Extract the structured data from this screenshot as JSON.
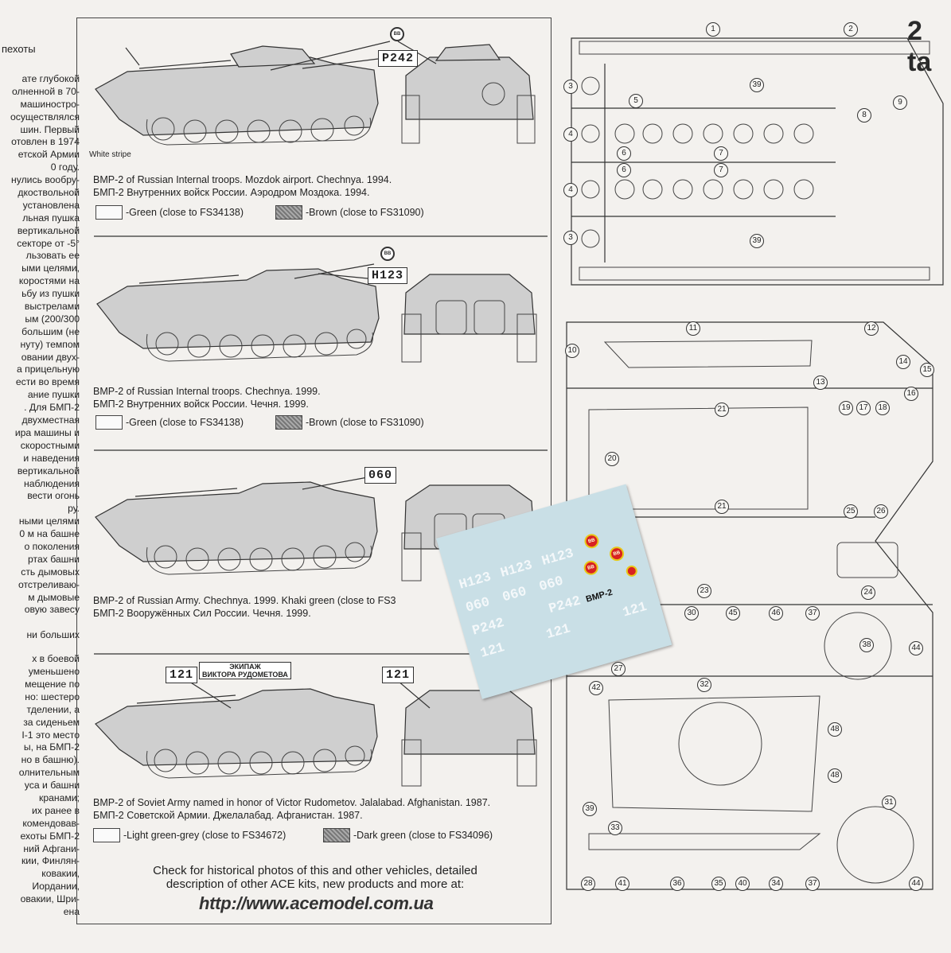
{
  "big_title": "2 ta",
  "left_column": {
    "heading": "пехоты",
    "lines": [
      "ате глубокой",
      "олненной в 70-",
      "машиностро-",
      "осуществлялся",
      "шин. Первый",
      "отовлен в 1974",
      "етской Армии",
      "0 году.",
      "нулись вообру-",
      "дкоствольной",
      "установлена",
      "льная пушка",
      "вертикальной",
      "секторе от -5°",
      "льзовать ее",
      "ыми целями,",
      "коростями на",
      "ьбу из пушки",
      "выстрелами",
      "ым (200/300",
      "большим (не",
      "нуту) темпом",
      "овании двух-",
      "а прицельную",
      "ести во время",
      "ание пушки",
      ". Для БМП-2",
      "двухместная",
      "ира машины и",
      "скоростными",
      "и наведения",
      "вертикальной",
      "наблюдения",
      "вести огонь",
      "ру.",
      "ными целями",
      "0 м на башне",
      "о поколения",
      "ртах башни",
      "сть дымовых",
      "отстреливаю-",
      "м дымовые",
      "овую завесу",
      "",
      "ни больших",
      "х в боевой",
      "уменьшено",
      "мещение по",
      "но: шестеро",
      "тделении, а",
      "за сиденьем",
      "I-1 это место",
      "ы, на БМП-2",
      "но в башню).",
      "олнительным",
      "уса и башни",
      "кранами;",
      "их ранее в",
      "комендовав-",
      "ехоты БМП-2",
      "ний Афгани-",
      "кии, Финлян-",
      "ковакии,",
      "Иордании,",
      "овакии, Шри-",
      "ена"
    ]
  },
  "schemes": [
    {
      "caption_en": "BMP-2 of Russian Internal troops. Mozdok airport. Chechnya. 1994.",
      "caption_ru": "БМП-2 Внутренних войск России. Аэродром Моздока. 1994.",
      "legend": [
        {
          "label": "-Green (close to FS34138)",
          "tone": "light"
        },
        {
          "label": "-Brown (close to FS31090)",
          "tone": "dark"
        }
      ],
      "marking": "P242",
      "note": "White stripe",
      "badge": "ВВ"
    },
    {
      "caption_en": "BMP-2 of Russian Internal troops.  Chechnya. 1999.",
      "caption_ru": "БМП-2 Внутренних войск России. Чечня. 1999.",
      "legend": [
        {
          "label": "-Green (close to FS34138)",
          "tone": "light"
        },
        {
          "label": "-Brown (close to FS31090)",
          "tone": "dark"
        }
      ],
      "marking": "H123",
      "badge": "ВВ"
    },
    {
      "caption_en": "BMP-2 of Russian Army. Chechnya. 1999. Khaki green (close to FS3",
      "caption_ru": "БМП-2 Вооружённых Сил России. Чечня. 1999.",
      "marking": "060"
    },
    {
      "caption_en": "BMP-2 of Soviet Army named in honor of Victor Rudometov. Jalalabad. Afghanistan. 1987.",
      "caption_ru": "БМП-2 Советской Армии. Джелалабад. Афганистан. 1987.",
      "legend": [
        {
          "label": "-Light green-grey (close to FS34672)",
          "tone": "light"
        },
        {
          "label": "-Dark green (close to FS34096)",
          "tone": "dark"
        }
      ],
      "marking": "121",
      "banner_1": "ЭКИПАЖ",
      "banner_2": "ВИКТОРА РУДОМЕТОВА"
    }
  ],
  "footer": {
    "line1": "Check for historical photos of this and other vehicles, detailed",
    "line2": "description of other ACE kits, new products and more at:",
    "url": "http://www.acemodel.com.ua"
  },
  "decal_sheet": {
    "title": "BMP-2",
    "rows": [
      [
        "H123",
        "H123",
        "H123"
      ],
      [
        "060",
        "060",
        "060"
      ],
      [
        "P242",
        "P242"
      ],
      [
        "121",
        "121",
        "121"
      ]
    ],
    "badge": "ВВ"
  },
  "part_numbers": [
    "1",
    "2",
    "3",
    "4",
    "5",
    "6",
    "7",
    "8",
    "9",
    "10",
    "11",
    "12",
    "13",
    "14",
    "15",
    "16",
    "17",
    "18",
    "19",
    "20",
    "21",
    "23",
    "24",
    "25",
    "26",
    "27",
    "28",
    "30",
    "31",
    "32",
    "33",
    "34",
    "35",
    "36",
    "37",
    "38",
    "39",
    "40",
    "41",
    "42",
    "44",
    "45",
    "46",
    "48"
  ],
  "colors": {
    "paper": "#f3f1ee",
    "ink": "#333333",
    "decal_bg": "#c9dfe6",
    "roundel_red": "#d82222",
    "roundel_yellow": "#e8c818"
  }
}
